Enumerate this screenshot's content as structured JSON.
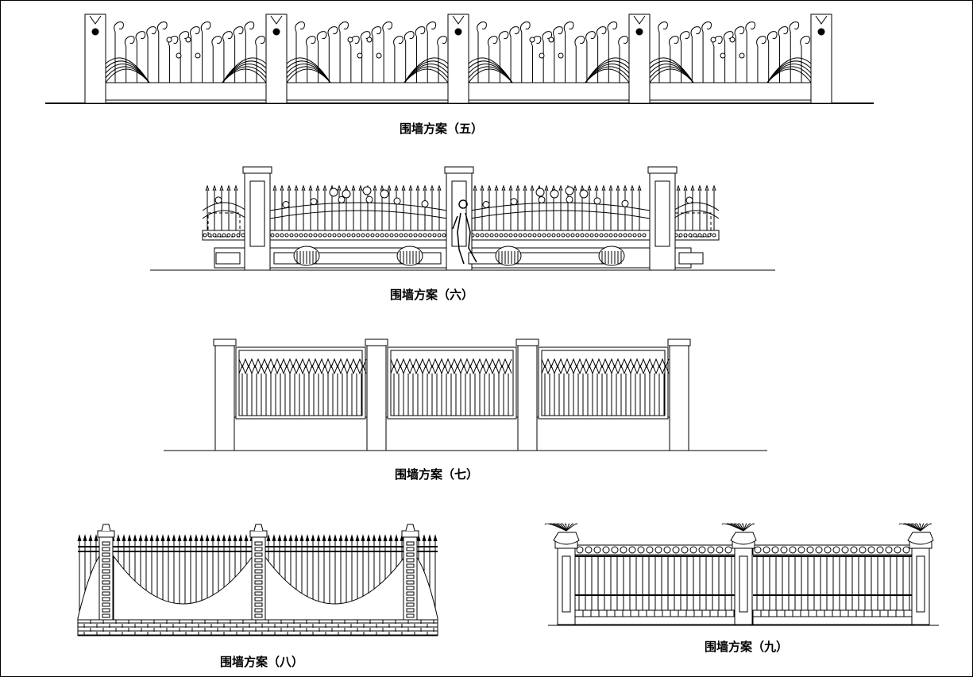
{
  "colors": {
    "line": "#000000",
    "background": "#ffffff"
  },
  "captions": {
    "scheme5": "围墙方案（五）",
    "scheme6": "围墙方案（六）",
    "scheme7": "围墙方案（七）",
    "scheme8": "围墙方案（八）",
    "scheme9": "围墙方案（九）"
  }
}
